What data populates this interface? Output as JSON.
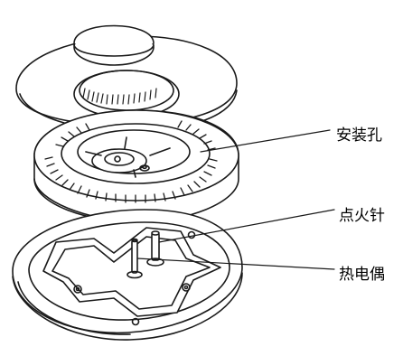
{
  "labels": {
    "mounting_hole": "安装孔",
    "ignition_pin": "点火针",
    "thermocouple": "热电偶"
  },
  "colors": {
    "stroke": "#1a1a1a",
    "background": "#ffffff"
  }
}
